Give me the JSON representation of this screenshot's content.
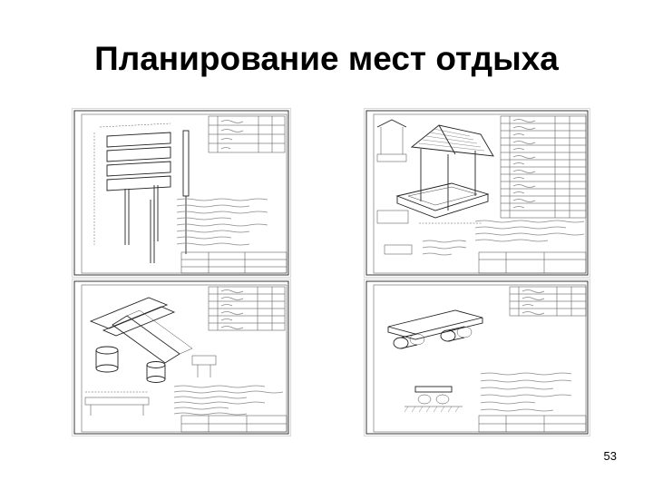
{
  "slide": {
    "title": "Планирование мест отдыха",
    "page_number": "53"
  },
  "drawings": [
    {
      "subject": "sign-board"
    },
    {
      "subject": "gazebo-sandbox"
    },
    {
      "subject": "crossed-plank-bench"
    },
    {
      "subject": "log-bench"
    }
  ],
  "colors": {
    "background": "#ffffff",
    "text": "#000000",
    "ink": "#222222"
  }
}
